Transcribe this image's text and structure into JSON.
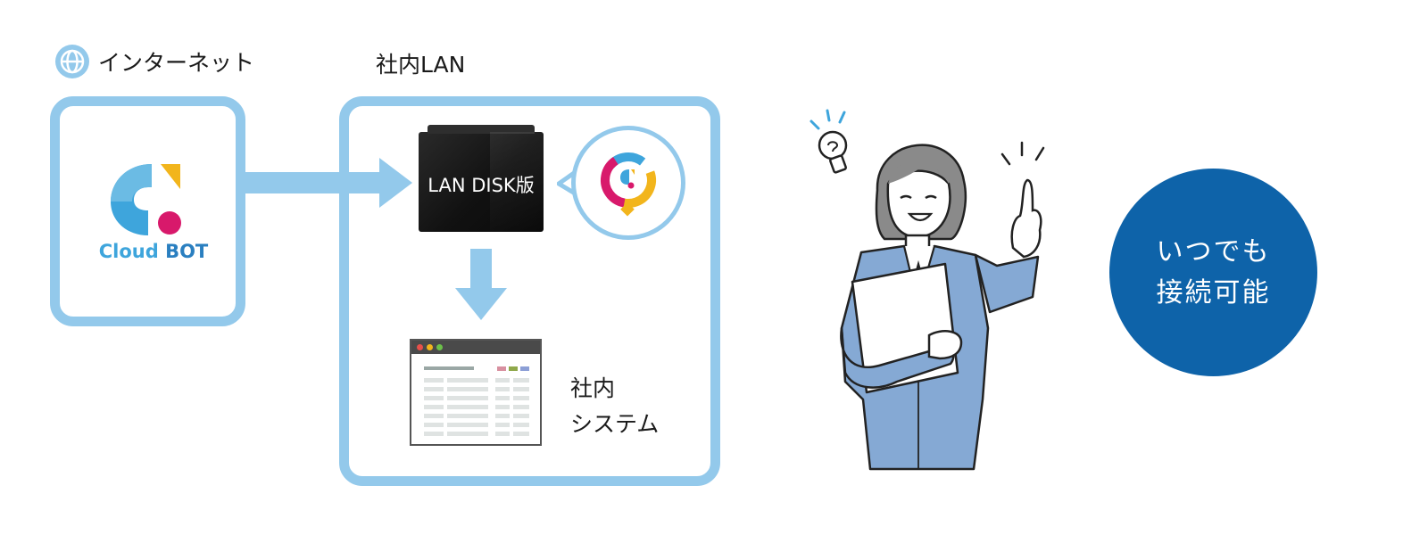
{
  "internet": {
    "label": "インターネット",
    "icon": "globe-icon"
  },
  "lan": {
    "label": "社内LAN"
  },
  "cloudbot": {
    "logo_text_1": "Cloud ",
    "logo_text_2": "BOT"
  },
  "lan_disk": {
    "label": "LAN DISK版"
  },
  "system": {
    "label_line1": "社内",
    "label_line2": "システム"
  },
  "callout": {
    "line1": "いつでも",
    "line2": "接続可能"
  },
  "colors": {
    "frame": "#93c9eb",
    "arrow": "#93c9eb",
    "circle": "#0e63a9",
    "logo_blue": "#3ea5dc",
    "logo_magenta": "#d8196b",
    "logo_yellow": "#f2b51c"
  }
}
